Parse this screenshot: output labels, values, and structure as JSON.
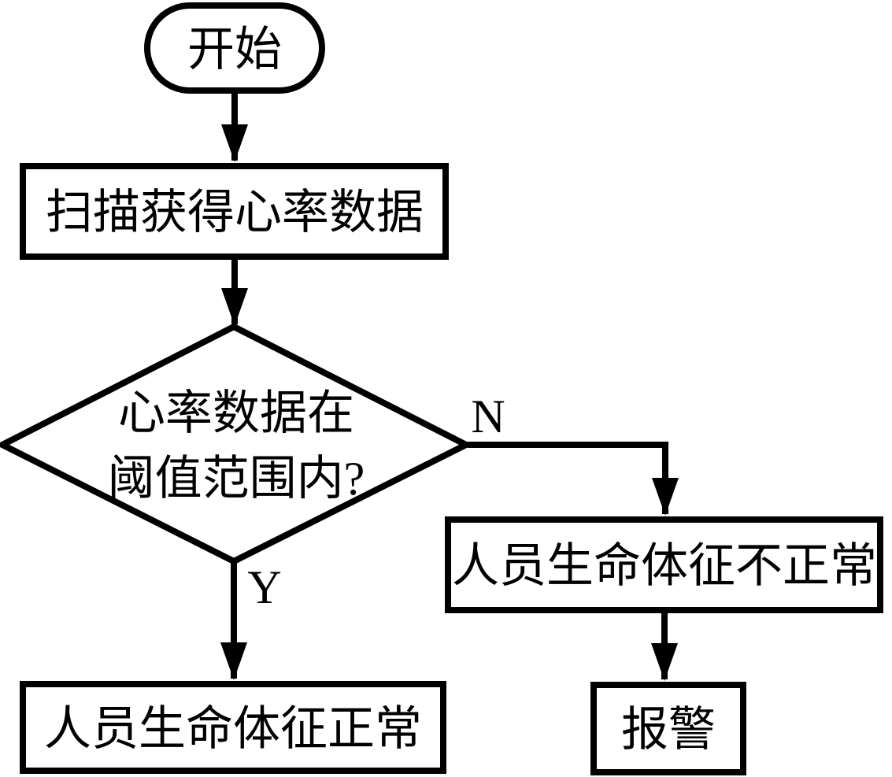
{
  "flowchart": {
    "colors": {
      "background": "#ffffff",
      "stroke": "#000000",
      "text": "#000000"
    },
    "nodes": {
      "start": {
        "label": "开始"
      },
      "scan": {
        "label": "扫描获得心率数据"
      },
      "decision": {
        "line1": "心率数据在",
        "line2": "阈值范围内?"
      },
      "normal": {
        "label": "人员生命体征正常"
      },
      "abnormal": {
        "label": "人员生命体征不正常"
      },
      "alarm": {
        "label": "报警"
      }
    },
    "branch_labels": {
      "no": "N",
      "yes": "Y"
    }
  }
}
